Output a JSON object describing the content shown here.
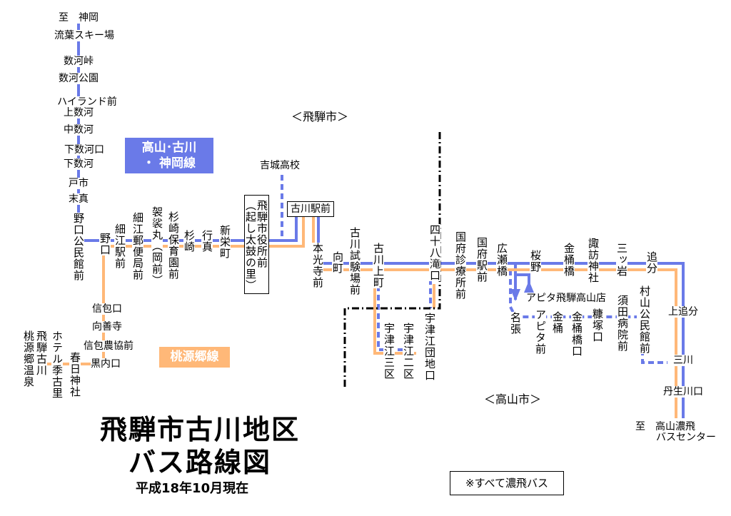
{
  "region_labels": {
    "hida": "＜飛騨市＞",
    "takayama": "＜高山市＞"
  },
  "route_names": {
    "kamioka_line1": "高山･古川",
    "kamioka_line2": "・ 神岡線",
    "togenkyo": "桃源郷線"
  },
  "title": {
    "line1": "飛騨市古川地区",
    "line2": "バス路線図",
    "date": "平成18年10月現在"
  },
  "note": "※すべて濃飛バス",
  "colors": {
    "kamioka_line": "#6a7ae8",
    "togenkyo_line": "#ffb878",
    "boundary": "#000000"
  },
  "stations": [
    "至　神岡",
    "流葉スキー場",
    "数河峠",
    "数河公園",
    "ハイランド前",
    "上数河",
    "中数河",
    "下数河口",
    "下数河",
    "戸市",
    "末真",
    "野口公民館前",
    "野口",
    "細江駅前",
    "細江郵便局前",
    "袈裟丸（岡前）",
    "杉崎保育園前",
    "杉崎",
    "行真",
    "新栄町",
    "飛騨市役所前",
    "（起し太鼓の里）",
    "吉城高校",
    "古川駅前",
    "本光寺前",
    "向町",
    "古川試験場前",
    "古川上町",
    "四十八滝口",
    "国府診療所前",
    "国府駅前",
    "広瀬橋",
    "桜野",
    "金桶橋",
    "諏訪神社",
    "三ッ岩",
    "追分",
    "上追分",
    "三川",
    "丹生川口",
    "至　高山濃飛",
    "バスセンター",
    "村山公民館前",
    "須田病院前",
    "糠塚口",
    "金桶橋口",
    "金桶",
    "アピタ前",
    "名張",
    "アピタ飛騨高山店",
    "宇津江三区",
    "宇津江二区",
    "宇津江団地口",
    "信包口",
    "向善寺",
    "信包農協前",
    "黒内口",
    "春日神社",
    "ホテル季古里",
    "飛騨古川",
    "桃源郷温泉"
  ]
}
